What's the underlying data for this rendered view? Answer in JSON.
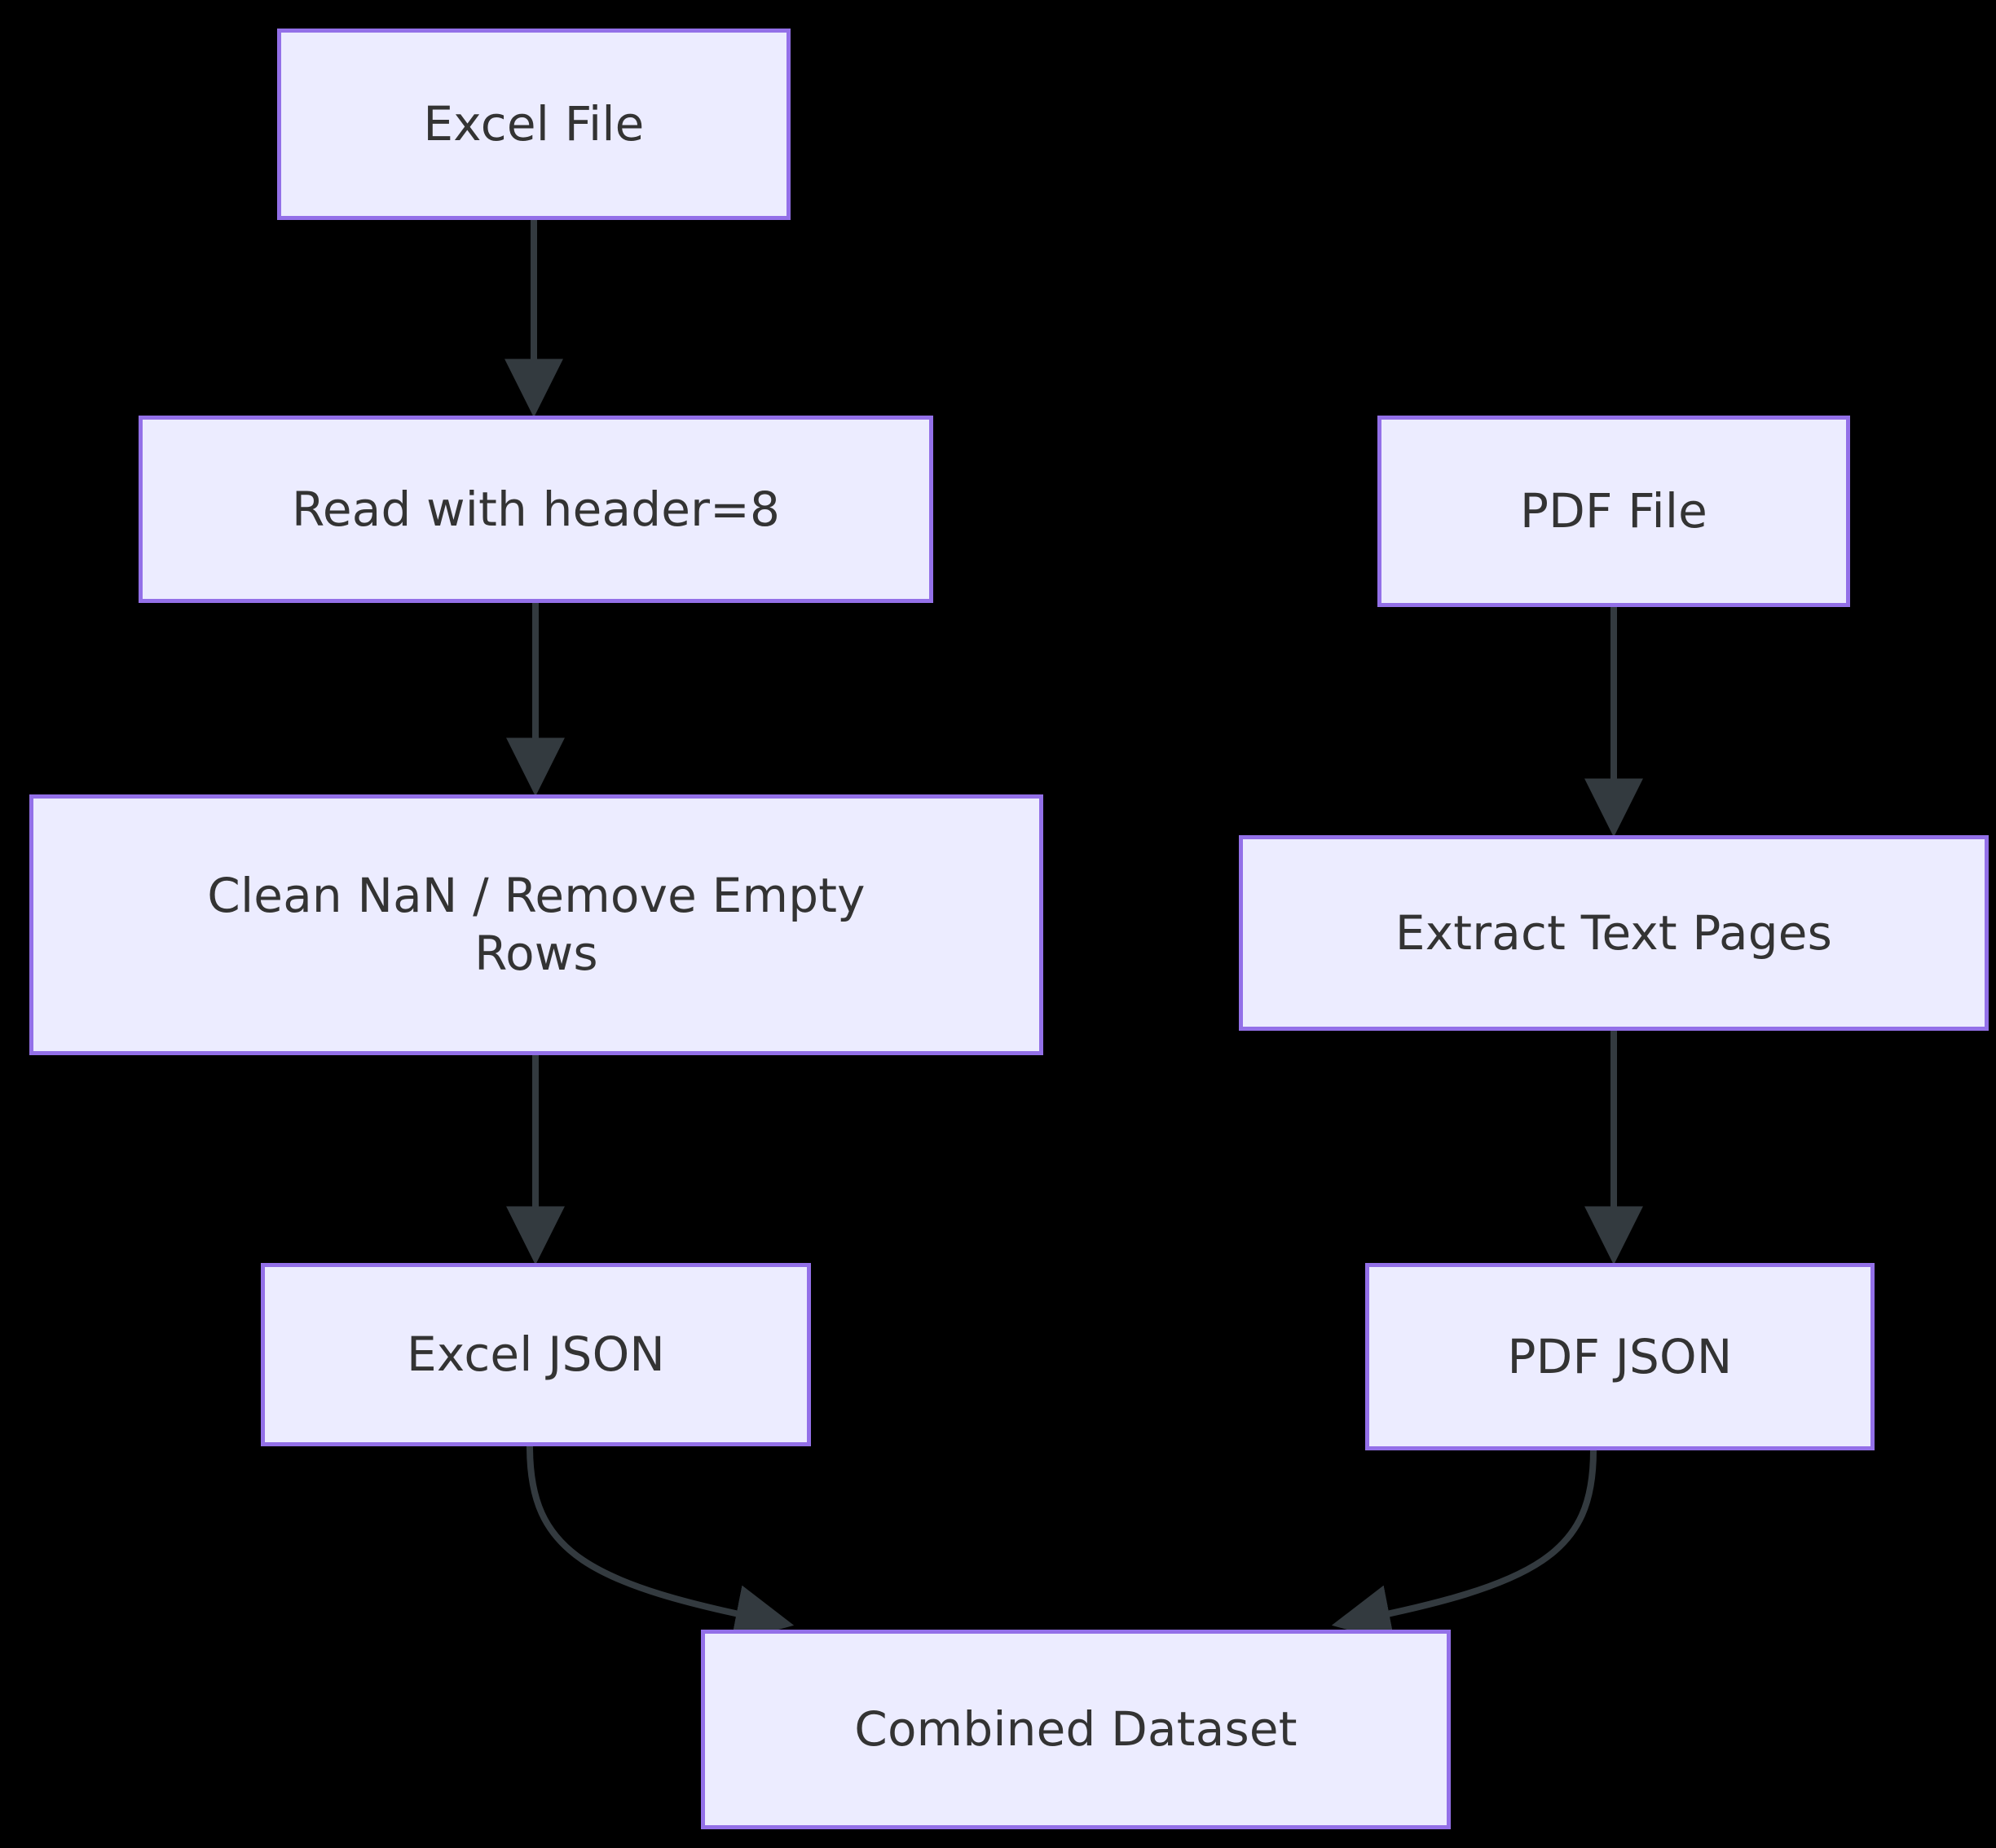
{
  "diagram": {
    "type": "flowchart",
    "direction": "top-down",
    "background_color": "#000000",
    "node_fill_color": "#ECECFF",
    "node_border_color": "#9370E8",
    "node_text_color": "#333333",
    "edge_color": "#333A3F",
    "nodes": [
      {
        "id": "excel-file",
        "label": "Excel File"
      },
      {
        "id": "read-header",
        "label": "Read with header=8"
      },
      {
        "id": "clean-nan",
        "label": "Clean NaN / Remove Empty\nRows"
      },
      {
        "id": "excel-json",
        "label": "Excel JSON"
      },
      {
        "id": "pdf-file",
        "label": "PDF File"
      },
      {
        "id": "extract-text",
        "label": "Extract Text Pages"
      },
      {
        "id": "pdf-json",
        "label": "PDF JSON"
      },
      {
        "id": "combined-dataset",
        "label": "Combined Dataset"
      }
    ],
    "edges": [
      {
        "from": "excel-file",
        "to": "read-header",
        "style": "straight-arrow"
      },
      {
        "from": "read-header",
        "to": "clean-nan",
        "style": "straight-arrow"
      },
      {
        "from": "clean-nan",
        "to": "excel-json",
        "style": "straight-arrow"
      },
      {
        "from": "excel-json",
        "to": "combined-dataset",
        "style": "curved-arrow"
      },
      {
        "from": "pdf-file",
        "to": "extract-text",
        "style": "straight-arrow"
      },
      {
        "from": "extract-text",
        "to": "pdf-json",
        "style": "straight-arrow"
      },
      {
        "from": "pdf-json",
        "to": "combined-dataset",
        "style": "curved-arrow"
      }
    ]
  }
}
